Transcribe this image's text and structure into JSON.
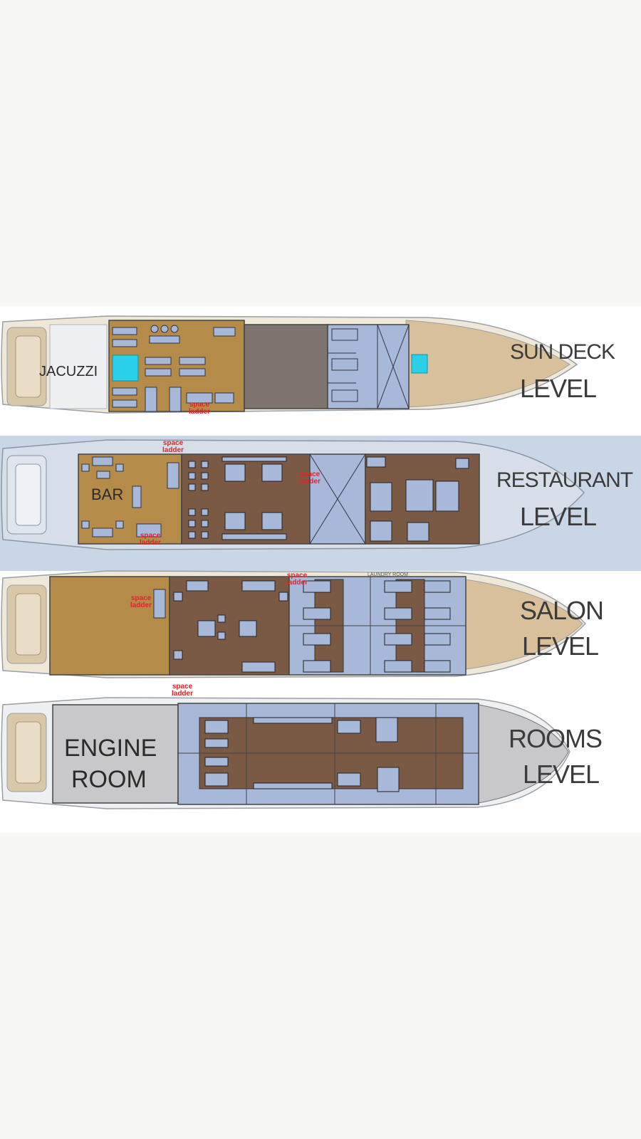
{
  "decks": {
    "sun": {
      "line1": "SUN DECK",
      "line2": "LEVEL",
      "jacuzzi": "JACUZZI",
      "ladder": "space ladder"
    },
    "restaurant": {
      "line1": "RESTAURANT",
      "line2": "LEVEL",
      "bar": "BAR",
      "ladder_top": "space ladder",
      "ladder_mid": "space ladder",
      "ladder_bottom": "space ladder"
    },
    "salon": {
      "line1": "SALON",
      "line2": "LEVEL",
      "laundry": "LAUNDRY ROOM",
      "ladder_left": "space ladder",
      "ladder_top": "space ladder",
      "ladder_bottom": "space ladder"
    },
    "rooms": {
      "line1": "ROOMS",
      "line2": "LEVEL",
      "engine_line1": "ENGINE",
      "engine_line2": "ROOM"
    }
  },
  "colors": {
    "wood": "#b58b4a",
    "dark_floor": "#7a5a44",
    "cabin_blue": "#a8b8d8",
    "jacuzzi": "#2ad0e8",
    "engine": "#c8c8ca",
    "hull_fore": "#d8c09a",
    "band": "#c9d6e6",
    "label_red": "#d42a2a"
  }
}
